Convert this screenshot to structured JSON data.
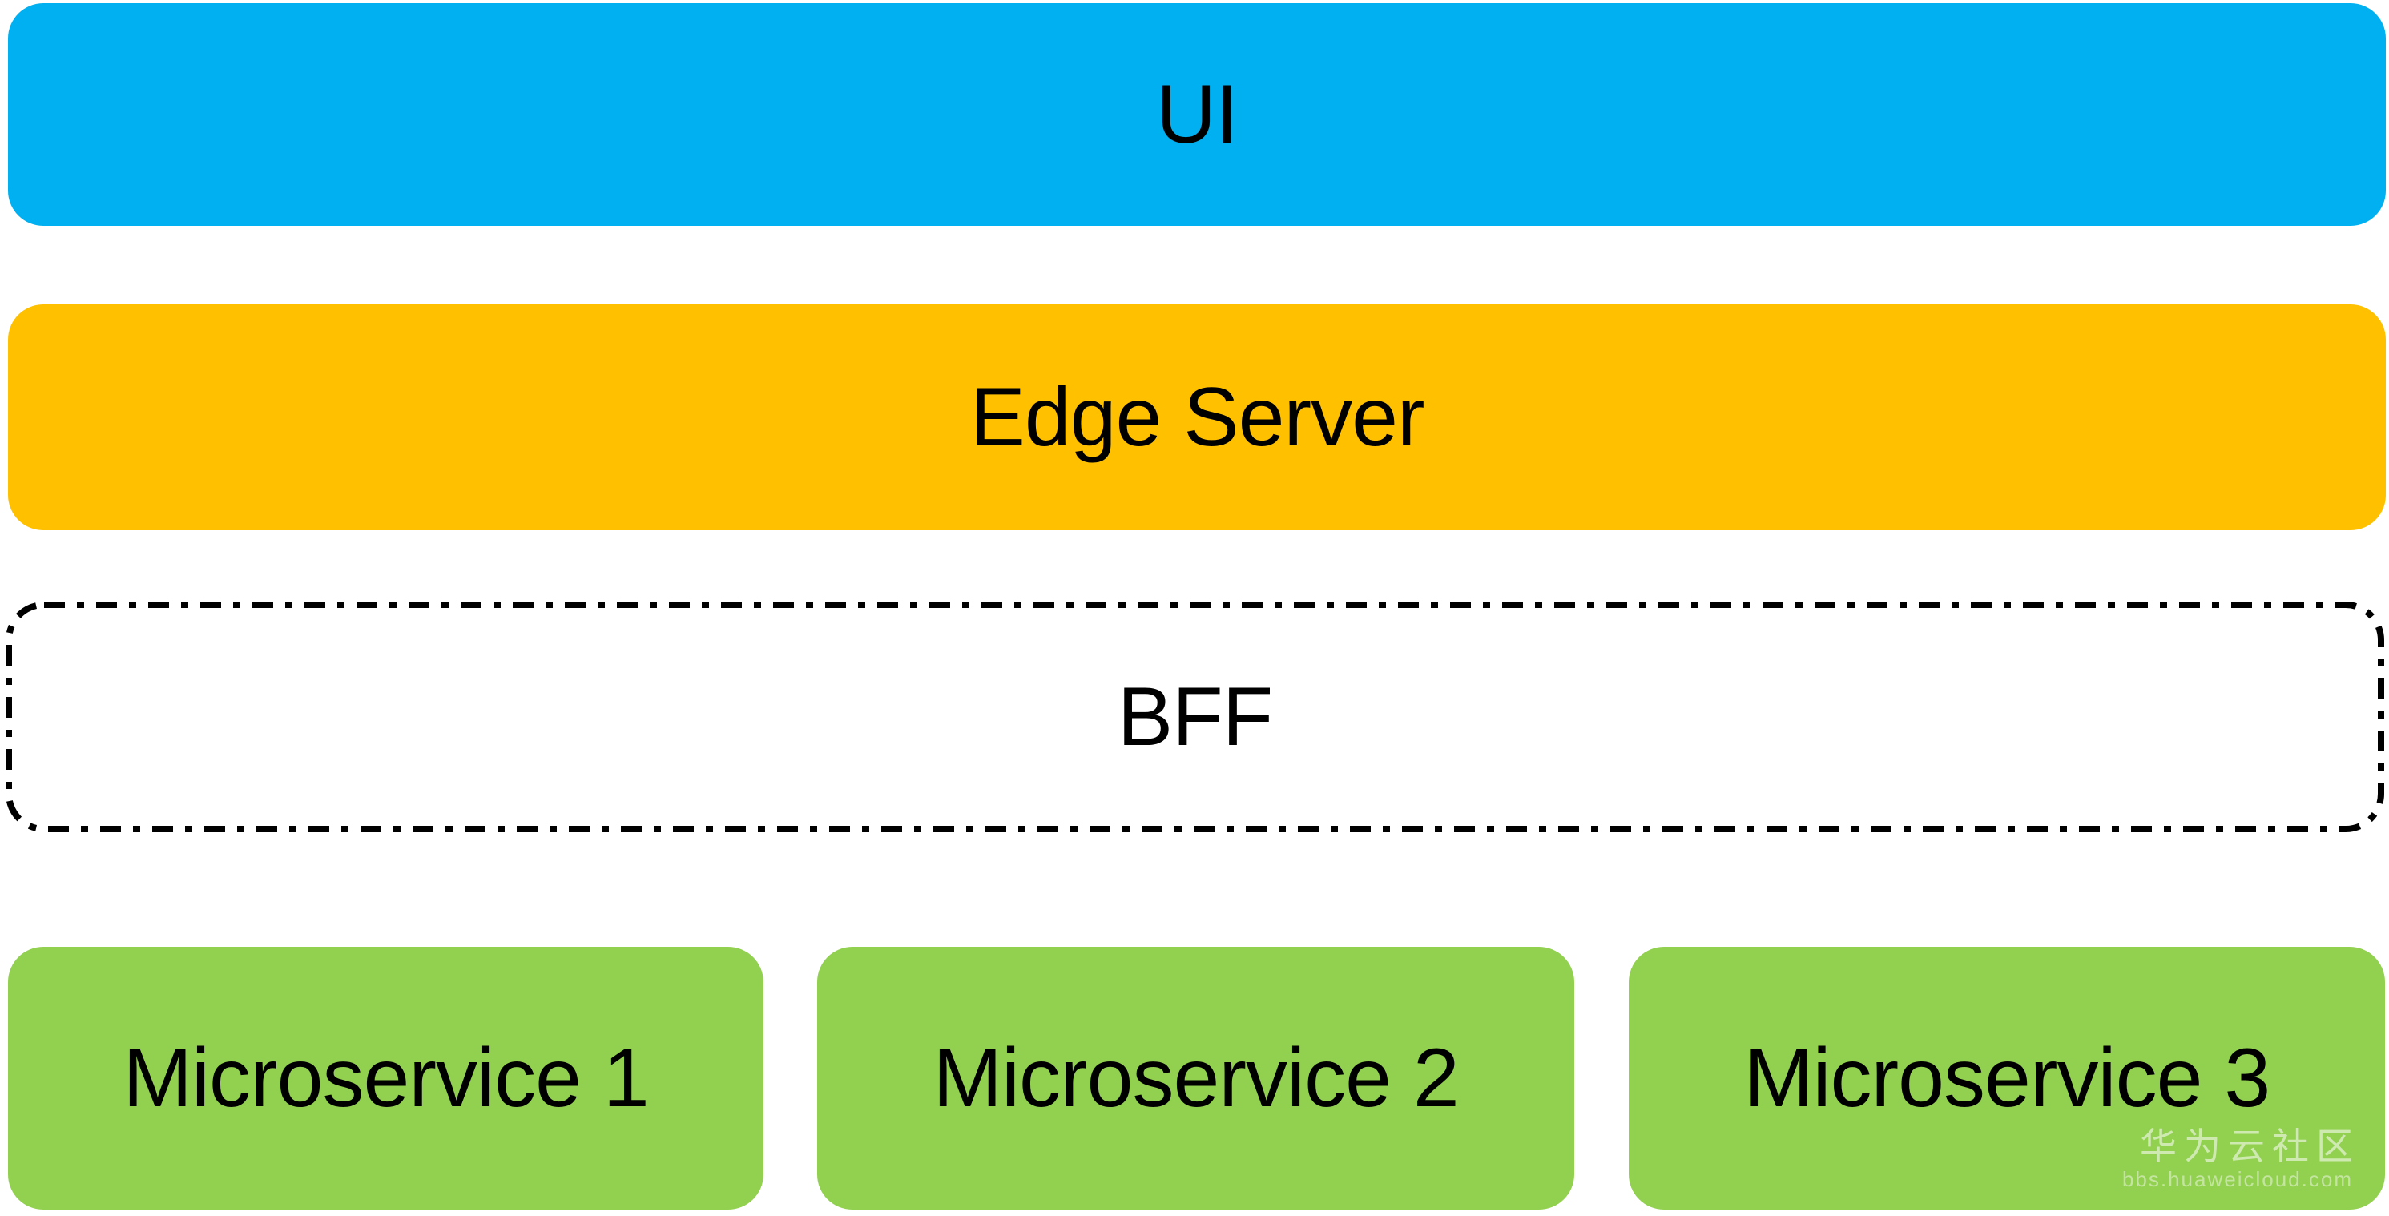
{
  "diagram": {
    "layers": [
      {
        "label": "UI",
        "bg": "#00B0F0",
        "border_style": "none"
      },
      {
        "label": "Edge Server",
        "bg": "#FFC000",
        "border_style": "none"
      },
      {
        "label": "BFF",
        "bg": "#FFFFFF",
        "border_style": "dash-dot",
        "border_color": "#000000"
      }
    ],
    "microservices": [
      {
        "label": "Microservice 1",
        "bg": "#92D050"
      },
      {
        "label": "Microservice 2",
        "bg": "#92D050"
      },
      {
        "label": "Microservice 3",
        "bg": "#92D050"
      }
    ],
    "text_color": "#000000"
  },
  "watermark": {
    "title": "华为云社区",
    "url": "bbs.huaweicloud.com"
  }
}
